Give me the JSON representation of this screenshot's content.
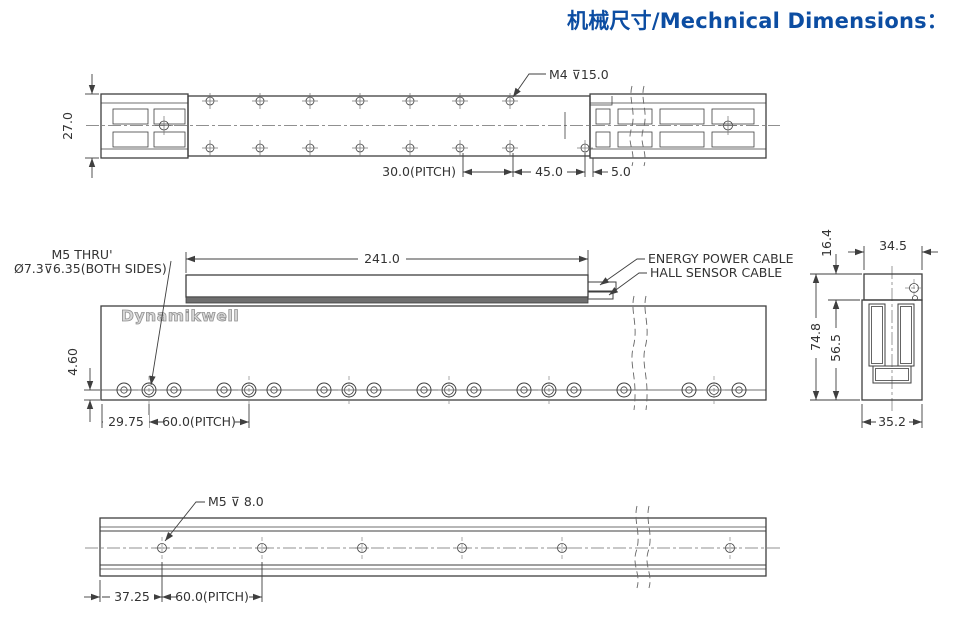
{
  "title": "机械尺寸/Mechnical Dimensions：",
  "brand": {
    "logo": "Dynamikwell"
  },
  "colors": {
    "title": "#0C4DA2",
    "line": "#3F3F3F",
    "centerline": "#909090",
    "logo": "#D8D8D8"
  },
  "top_view": {
    "thread_callout": "M4 ⊽15.0",
    "dim_height": "27.0",
    "dim_pitch": "30.0(PITCH)",
    "dim_end": "45.0",
    "dim_edge": "5.0"
  },
  "front_view": {
    "hole_callout_line1": "M5 THRU'",
    "hole_callout_line2": "Ø7.3⊽6.35(BOTH SIDES)",
    "dim_slider_length": "241.0",
    "label_power_cable": "ENERGY POWER CABLE",
    "label_hall_cable": "HALL SENSOR CABLE",
    "dim_hole_offset": "4.60",
    "dim_first_hole": "29.75",
    "dim_pitch": "60.0(PITCH)"
  },
  "side_view": {
    "dim_slider_height": "16.4",
    "dim_slider_width": "34.5",
    "dim_total_height": "74.8",
    "dim_stator_height": "56.5",
    "dim_stator_width": "35.2"
  },
  "bottom_view": {
    "thread_callout": "M5 ⊽ 8.0",
    "dim_first_hole": "37.25",
    "dim_pitch": "60.0(PITCH)"
  }
}
